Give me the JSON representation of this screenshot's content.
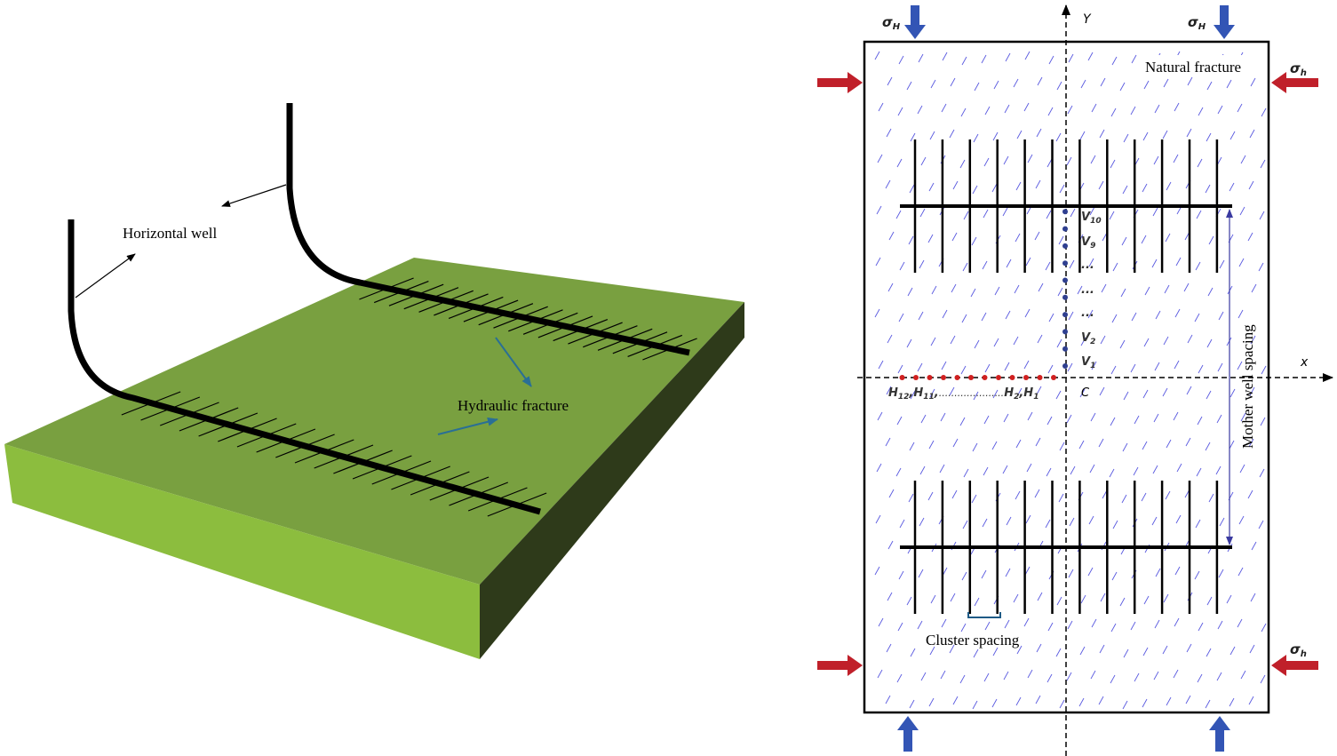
{
  "left_panel": {
    "labels": {
      "horizontal_well": "Horizontal well",
      "hydraulic_fracture": "Hydraulic fracture"
    },
    "colors": {
      "slab_top": "#79a040",
      "slab_front": "#8cbd3e",
      "slab_side": "#2e3a1a",
      "well": "#000000",
      "fracture_arrow": "#2a6f95"
    },
    "fractures_per_well": 20
  },
  "right_panel": {
    "labels": {
      "natural_fracture": "Natural fracture",
      "mother_well_spacing": "Mother well spacing",
      "cluster_spacing": "Cluster spacing",
      "axis_x": "x",
      "axis_y": "Y",
      "origin": "C",
      "sigma_H": "σ",
      "sigma_H_sub": "H",
      "sigma_h": "σ",
      "sigma_h_sub": "h",
      "ellipsis_row": ".....................",
      "h_points": [
        {
          "main": "H",
          "sub": "12",
          "sep": ","
        },
        {
          "main": "H",
          "sub": "11",
          "sep": ","
        },
        {
          "main": "H",
          "sub": "2",
          "sep": ","
        },
        {
          "main": "H",
          "sub": "1",
          "sep": ""
        }
      ],
      "v_points": [
        {
          "main": "V",
          "sub": "10"
        },
        {
          "main": "V",
          "sub": "9"
        },
        {
          "main": "...",
          "sub": ""
        },
        {
          "main": "...",
          "sub": ""
        },
        {
          "main": "...",
          "sub": ""
        },
        {
          "main": "V",
          "sub": "2"
        },
        {
          "main": "V",
          "sub": "1"
        }
      ]
    },
    "colors": {
      "frame": "#000000",
      "natural_fracture": "#5a5ae0",
      "sigma_H_arrow": "#3355b5",
      "sigma_h_arrow": "#c0202a",
      "h_dots": "#d02020",
      "v_dots": "#2f3f90",
      "spacing_arrow": "#3a3aa0",
      "cluster_bracket": "#1e5a86"
    },
    "fractures_per_well": 12,
    "h_dot_count": 12,
    "v_dot_count": 10
  }
}
